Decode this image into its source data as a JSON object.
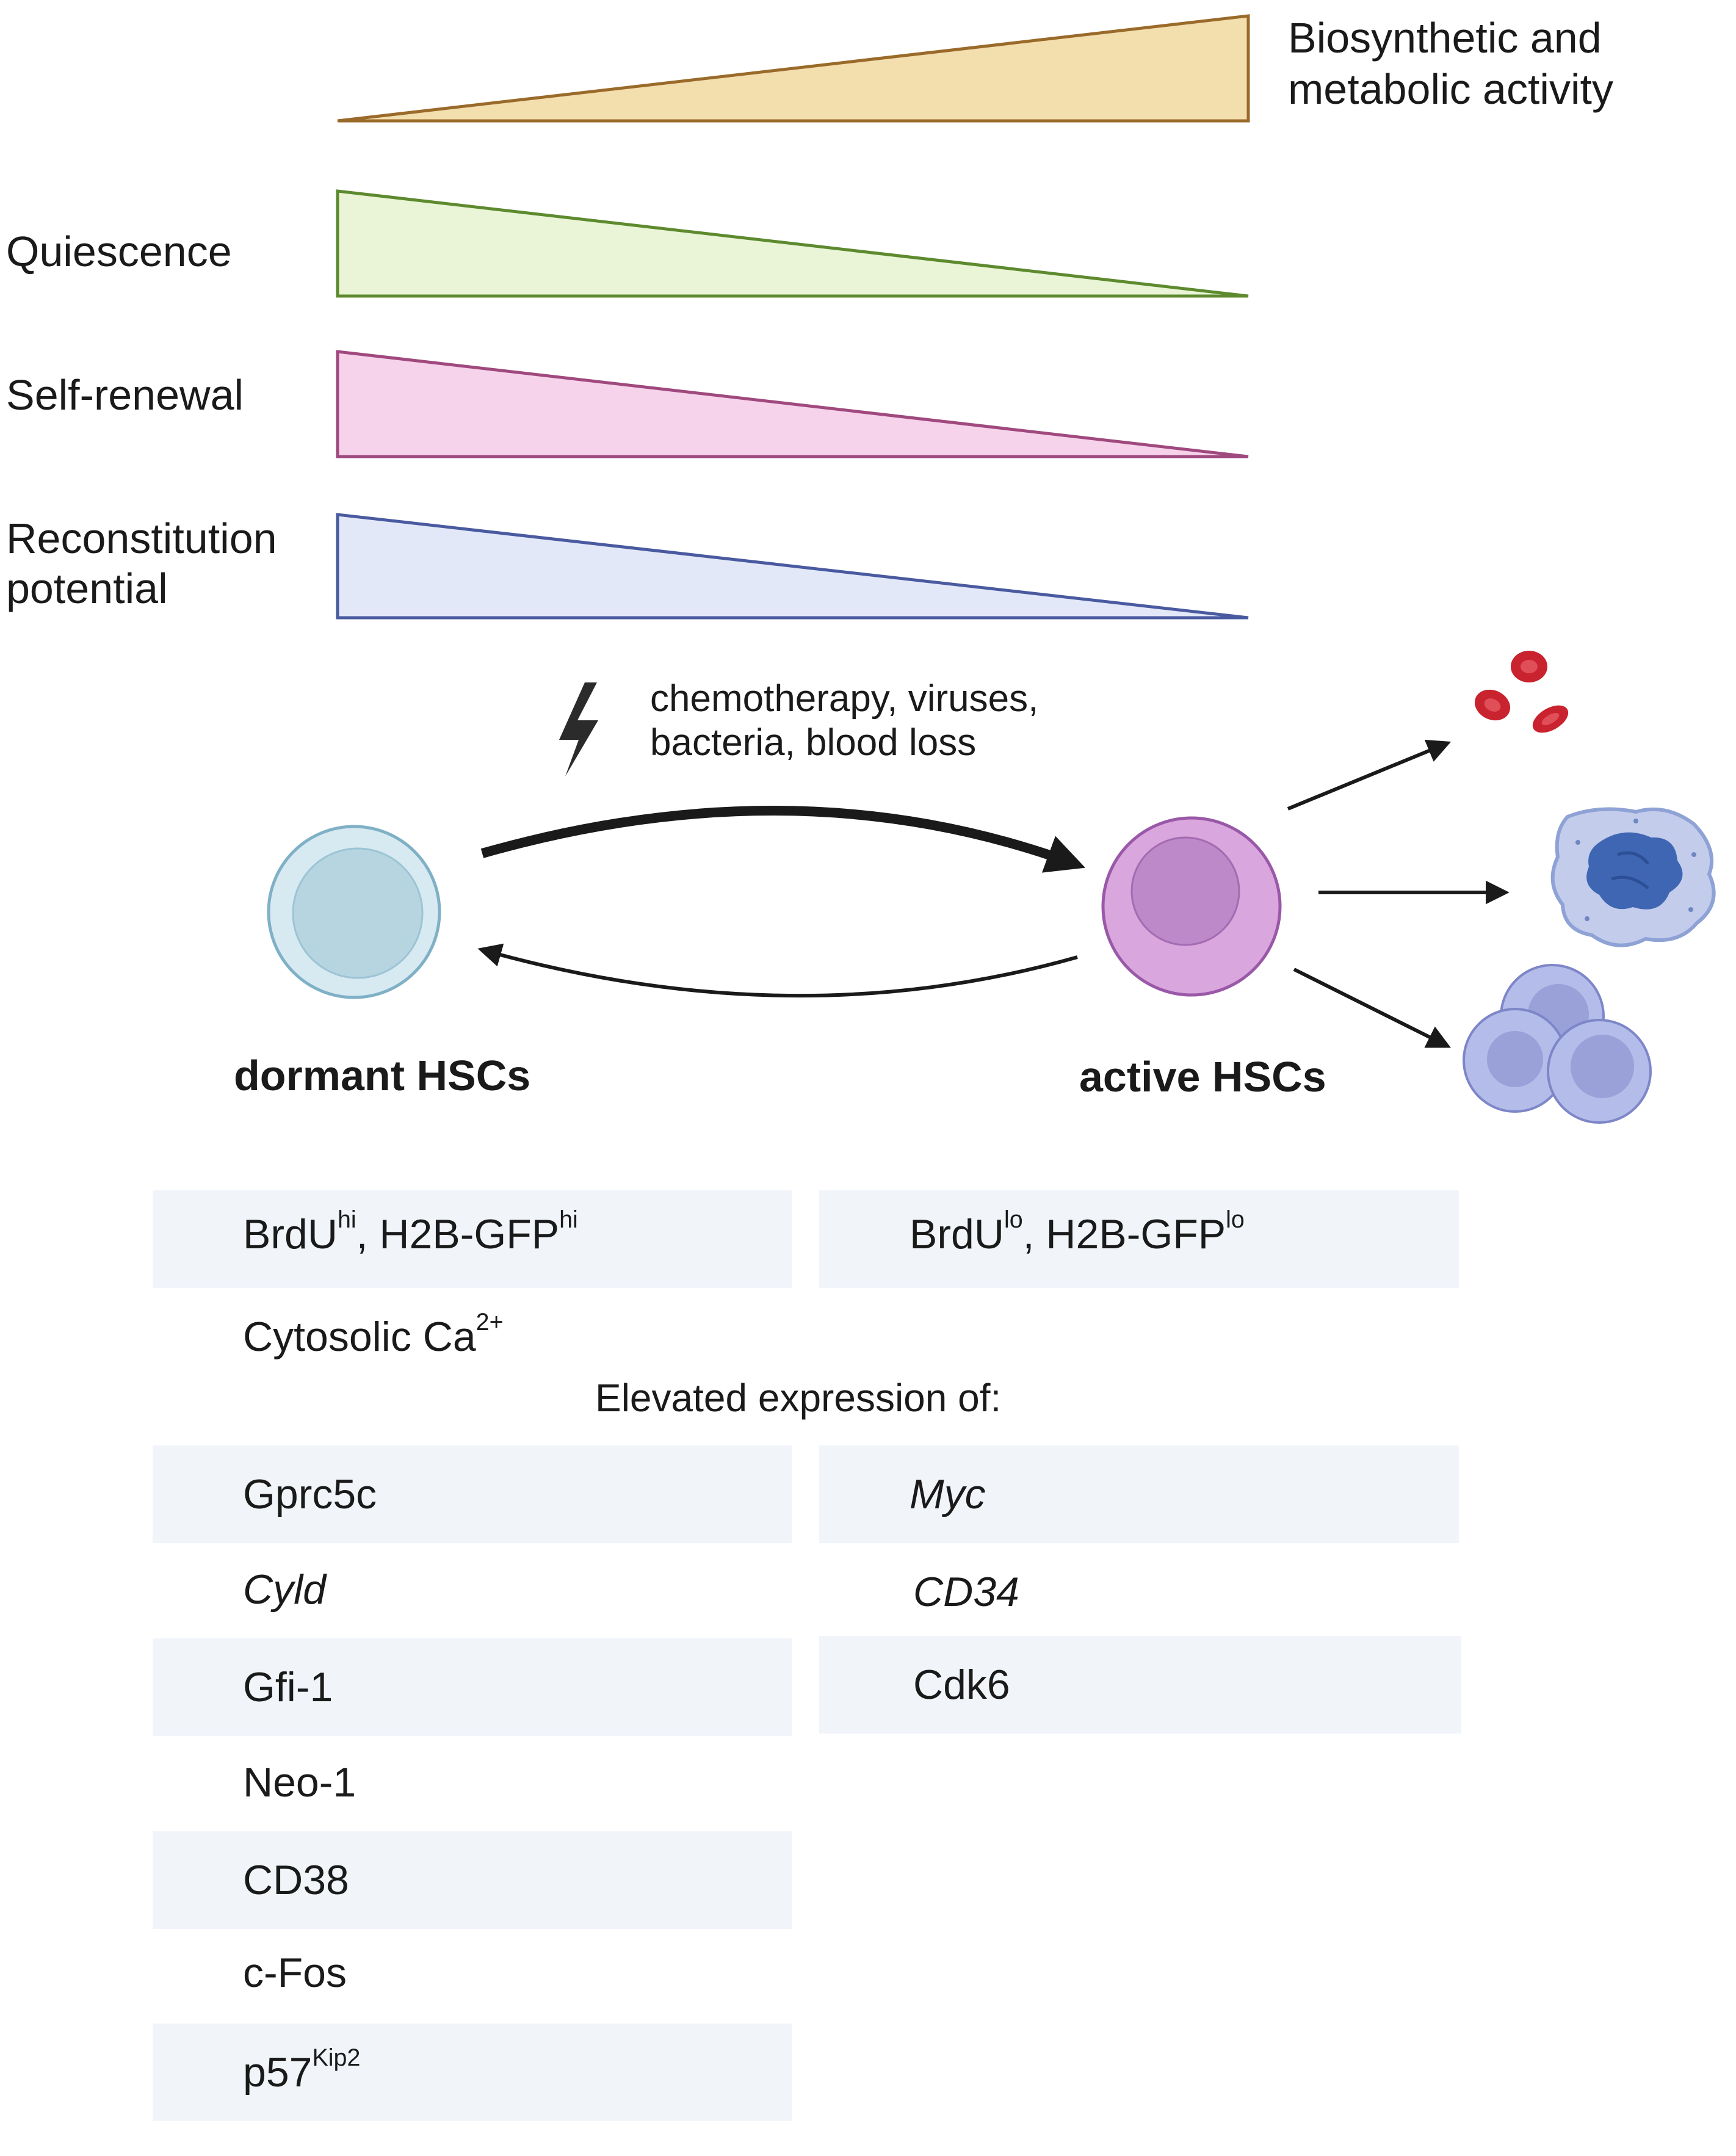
{
  "gradients": {
    "biosynthetic": {
      "label_line1": "Biosynthetic and",
      "label_line2": "metabolic activity",
      "direction": "increasing",
      "fill": "#f3deae",
      "stroke": "#9a6a2a"
    },
    "quiescence": {
      "label": "Quiescence",
      "direction": "decreasing",
      "fill": "#e9f5d6",
      "stroke": "#5d8a2e"
    },
    "self_renewal": {
      "label": "Self-renewal",
      "direction": "decreasing",
      "fill": "#f6d3eb",
      "stroke": "#a0497e"
    },
    "reconstitution": {
      "label_line1": "Reconstitution",
      "label_line2": "potential",
      "direction": "decreasing",
      "fill": "#e3e8f8",
      "stroke": "#4a5aa0"
    }
  },
  "triggers": {
    "line1": "chemotherapy, viruses,",
    "line2": "bacteria, blood loss",
    "icon": "lightning-bolt-icon"
  },
  "cells": {
    "dormant": {
      "label": "dormant HSCs",
      "outer_fill": "#d8eaf1",
      "inner_fill": "#b7d5e1",
      "stroke": "#7fb0c6"
    },
    "active": {
      "label": "active HSCs",
      "outer_fill": "#d9a6dd",
      "inner_fill": "#bd89c8",
      "stroke": "#9a58a8"
    }
  },
  "progeny": [
    {
      "name": "red-blood-cells",
      "color": "#c8232e"
    },
    {
      "name": "megakaryocyte",
      "color": "#8ea2d6"
    },
    {
      "name": "leukocytes",
      "color": "#a9b2e4"
    }
  ],
  "markers": {
    "dormant_labeling": {
      "part1": "BrdU",
      "sup1": "hi",
      "part2": ", H2B-GFP",
      "sup2": "hi"
    },
    "active_labeling": {
      "part1": "BrdU",
      "sup1": "lo",
      "part2": ", H2B-GFP",
      "sup2": "lo"
    },
    "calcium": {
      "base": "Cytosolic Ca",
      "sup": "2+"
    },
    "elevated_heading": "Elevated expression of:",
    "dormant_genes": [
      "Gprc5c",
      "Cyld",
      "Gfi-1",
      "Neo-1",
      "CD38",
      "c-Fos"
    ],
    "dormant_last": {
      "base": "p57",
      "sup": "Kip2"
    },
    "active_genes": [
      "Myc",
      "CD34",
      "Cdk6"
    ]
  },
  "colors": {
    "row_shade": "#f1f5fa",
    "arrow": "#1a1a1a",
    "bolt": "#2b2b2b"
  }
}
